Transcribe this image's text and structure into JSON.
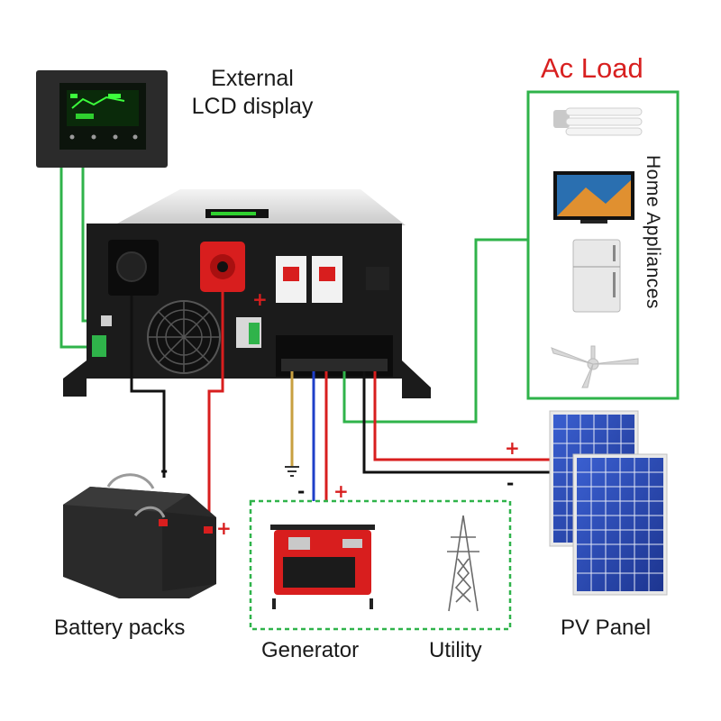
{
  "labels": {
    "lcd_line1": "External",
    "lcd_line2": "LCD display",
    "ac_load": "Ac Load",
    "home_appliances": "Home Appliances",
    "battery_packs": "Battery packs",
    "generator": "Generator",
    "utility": "Utility",
    "pv_panel": "PV Panel"
  },
  "polarity": {
    "plus": "+",
    "minus": "-"
  },
  "colors": {
    "ac_load_title": "#d82020",
    "comm_wire": "#2fb34a",
    "positive_wire": "#d81e1e",
    "negative_wire": "#111111",
    "neutral_wire": "#1f3fc8",
    "ground_wire": "#c8a040",
    "group_border_dashed": "#2fb34a"
  },
  "icons": {
    "lcd": "lcd-display-icon",
    "inverter": "inverter-icon",
    "battery": "battery-icon",
    "generator": "generator-icon",
    "utility": "transmission-tower-icon",
    "pv": "solar-panel-icon",
    "bulb": "cfl-bulb-icon",
    "tv": "tv-icon",
    "fridge": "refrigerator-icon",
    "fan": "ceiling-fan-icon"
  }
}
